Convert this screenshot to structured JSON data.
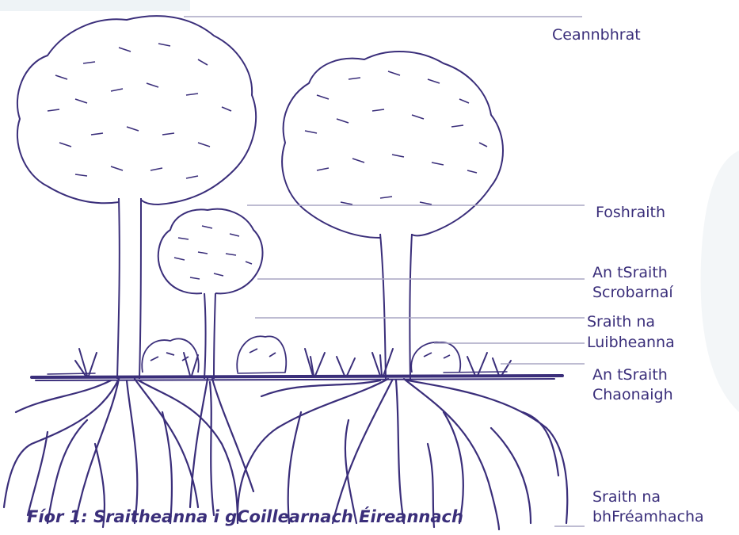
{
  "colors": {
    "ink": "#3a2e7a",
    "leader": "#a9a6c4",
    "background": "#ffffff",
    "corner_tint": "#eef3f6"
  },
  "labels": {
    "canopy": "Ceannbhrat",
    "understorey": "Foshraith",
    "shrub_line1": "An tSraith",
    "shrub_line2": "Scrobarnaí",
    "herb_line1": "Sraith na",
    "herb_line2": "Luibheanna",
    "moss_line1": "An tSraith",
    "moss_line2": "Chaonaigh",
    "root_line1": "Sraith na",
    "root_line2": "bhFréamhacha"
  },
  "caption": "Fíor 1: Sraitheanna i gCoillearnach Éireannach"
}
